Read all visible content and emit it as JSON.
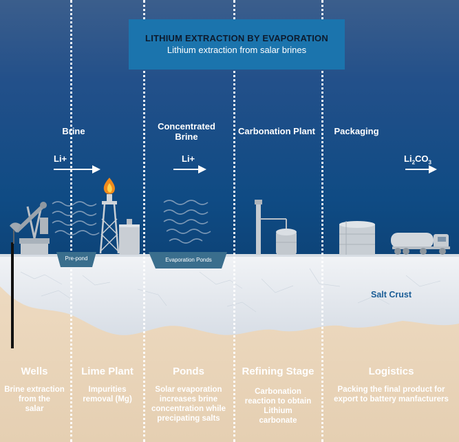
{
  "header": {
    "title": "LITHIUM EXTRACTION BY EVAPORATION",
    "subtitle": "Lithium extraction from salar brines"
  },
  "flow_labels": {
    "brine": "Brine",
    "concentrated_brine": "Concentrated Brine",
    "carbonation_plant": "Carbonation Plant",
    "packaging": "Packaging"
  },
  "ions": {
    "li1": "Li+",
    "li2": "Li+",
    "product_base": "Li",
    "product_sub1": "2",
    "product_mid": "CO",
    "product_sub2": "3"
  },
  "ponds": {
    "pre_pond": "Pre-pond",
    "evaporation": "Evaporation Ponds"
  },
  "ground": {
    "salt_crust": "Salt Crust"
  },
  "stages": [
    {
      "title": "Wells",
      "desc": [
        "Brine extraction",
        "from the",
        "salar"
      ]
    },
    {
      "title": "Lime Plant",
      "desc": [
        "Impurities",
        "removal (Mg)"
      ]
    },
    {
      "title": "Ponds",
      "desc": [
        "Solar evaporation",
        "increases brine",
        "concentration while",
        "precipating salts"
      ]
    },
    {
      "title": "Refining Stage",
      "desc": [
        "Carbonation",
        "reaction to obtain",
        "Lithium",
        "carbonate"
      ]
    },
    {
      "title": "Logistics",
      "desc": [
        "Packing the final product for",
        "export to battery manfacturers"
      ]
    }
  ],
  "colors": {
    "sky_top": "#3b5e8c",
    "sky_bottom": "#0a3a68",
    "title_box": "#1b74ad",
    "salt_crust": "#e6eaef",
    "sand": "#ead7bf",
    "salt_label": "#1a5d96"
  }
}
